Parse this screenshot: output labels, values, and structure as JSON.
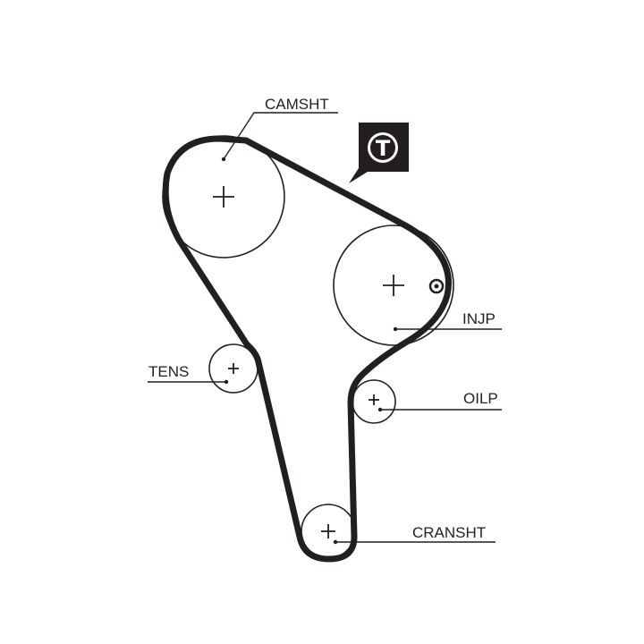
{
  "labels": {
    "camshaft": "CAMSHT",
    "injection_pump": "INJP",
    "tensioner": "TENS",
    "oil_pump": "OILP",
    "crankshaft": "CRANSHT"
  },
  "badge": {
    "letter": "T"
  },
  "colors": {
    "belt": "#231f20",
    "line": "#231f20",
    "badge_bg": "#231f20",
    "badge_fg": "#ffffff"
  }
}
